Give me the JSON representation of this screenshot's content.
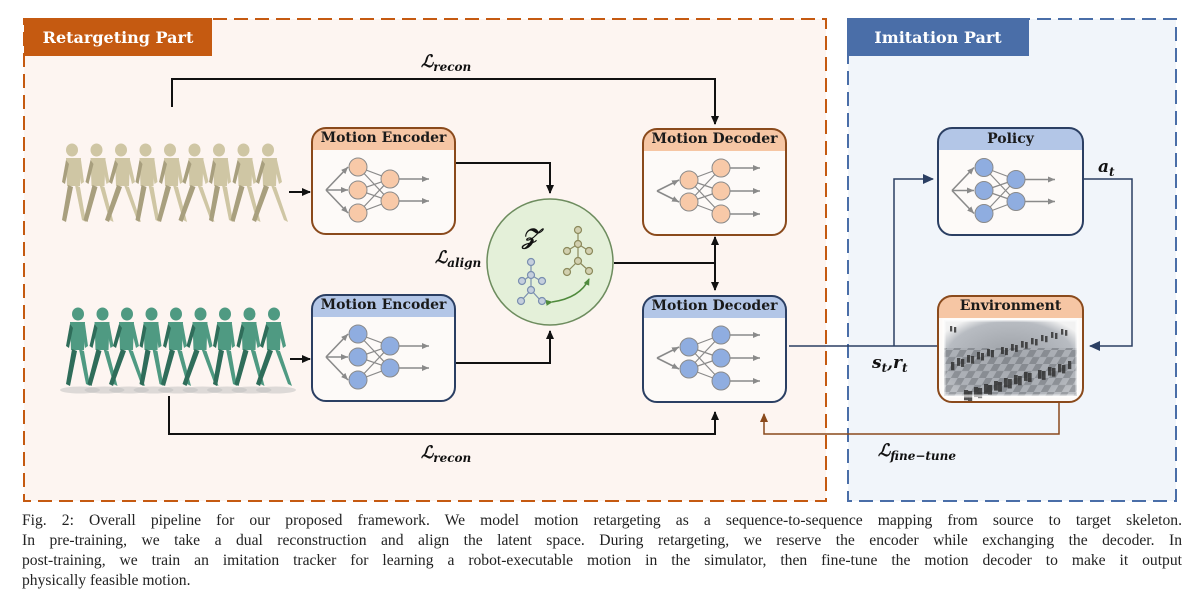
{
  "sections": {
    "retargeting": {
      "label": "Retargeting Part",
      "color": "#c55a11",
      "bg": "#fdf5f1"
    },
    "imitation": {
      "label": "Imitation Part",
      "color": "#4a6ea8",
      "bg": "#f1f5fa"
    }
  },
  "blocks": {
    "encoder_source": {
      "title": "Motion Encoder",
      "theme": "orange"
    },
    "encoder_target": {
      "title": "Motion Encoder",
      "theme": "blue"
    },
    "decoder_source": {
      "title": "Motion Decoder",
      "theme": "orange"
    },
    "decoder_target": {
      "title": "Motion Decoder",
      "theme": "blue"
    },
    "policy": {
      "title": "Policy",
      "theme": "blue"
    },
    "environment": {
      "title": "Environment",
      "theme": "orange"
    }
  },
  "latent": {
    "symbol": "𝒵"
  },
  "losses": {
    "recon_top": {
      "base": "ℒ",
      "sub": "recon"
    },
    "recon_bottom": {
      "base": "ℒ",
      "sub": "recon"
    },
    "align": {
      "base": "ℒ",
      "sub": "align"
    },
    "fine_tune": {
      "base": "ℒ",
      "sub": "fine−tune"
    }
  },
  "signals": {
    "action": {
      "base": "a",
      "sub": "t"
    },
    "state_reward": {
      "s": "s",
      "s_sub": "t",
      "sep": ",",
      "r": "r",
      "r_sub": "t"
    }
  },
  "images": {
    "source_motion": "human-walking-sequence",
    "target_motion": "robot-walking-sequence",
    "simulator": "simulator-crowd-checkerboard"
  },
  "theme_colors": {
    "orange_fill": "#f8c9a8",
    "orange_header": "#f6c6a4",
    "orange_border": "#8a4a1c",
    "blue_fill": "#8fade0",
    "blue_header": "#b3c6e7",
    "blue_border": "#2b3f63",
    "latent_fill": "#e4f0d9",
    "latent_border": "#6d8c5e"
  },
  "caption": {
    "lines": [
      "Fig. 2: Overall pipeline for our proposed framework. We model motion retargeting as a sequence-to-sequence mapping from source to target skeleton.",
      "In pre-training, we take a dual reconstruction and align the latent space. During retargeting, we reserve the encoder while exchanging the decoder. In",
      "post-training, we train an imitation tracker for learning a robot-executable motion in the simulator, then fine-tune the motion decoder to make it output",
      "physically feasible motion."
    ]
  }
}
